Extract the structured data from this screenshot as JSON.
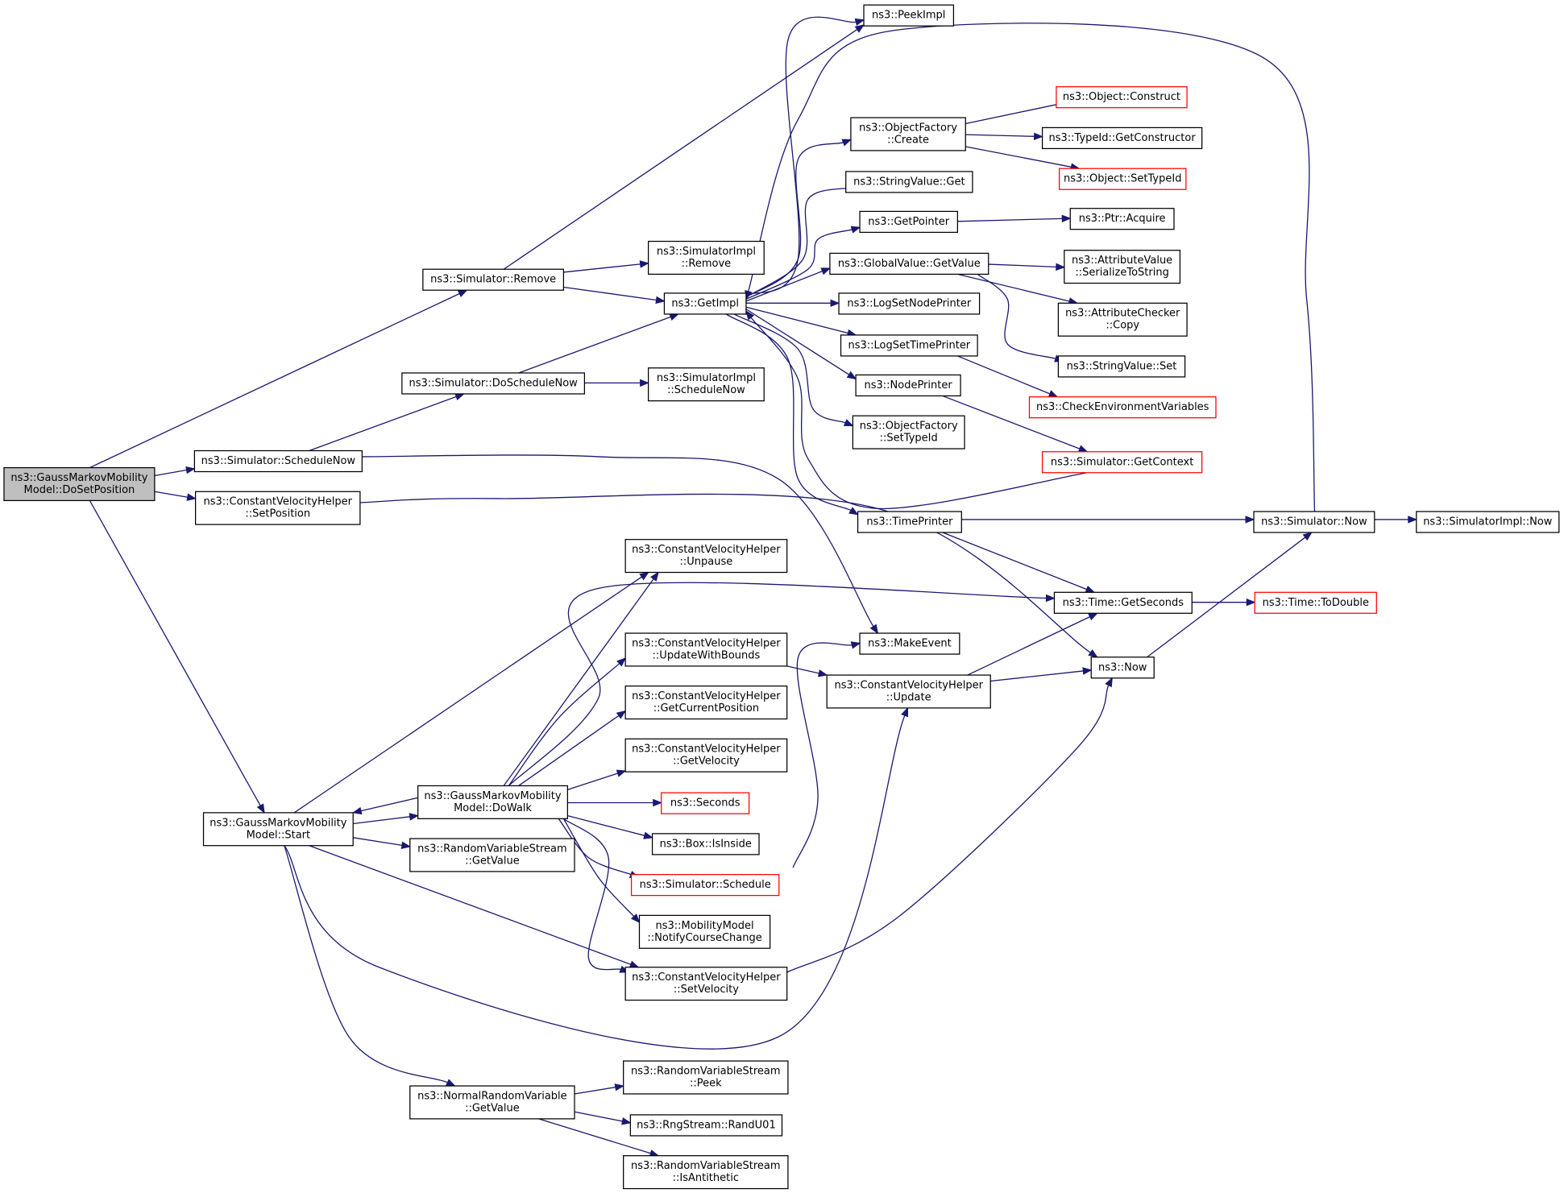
{
  "graph": {
    "title": "",
    "colors": {
      "edge": "#191970",
      "node_border": "#000000",
      "truncated_border": "#ff0000",
      "root_fill": "#bfbfbf",
      "background": "#ffffff"
    },
    "nodes": [
      {
        "id": "dosetpos",
        "lines": [
          "ns3::GaussMarkovMobility",
          "Model::DoSetPosition"
        ],
        "root": true
      },
      {
        "id": "remove",
        "lines": [
          "ns3::Simulator::Remove"
        ]
      },
      {
        "id": "doschednow",
        "lines": [
          "ns3::Simulator::DoScheduleNow"
        ]
      },
      {
        "id": "schednow",
        "lines": [
          "ns3::Simulator::ScheduleNow"
        ]
      },
      {
        "id": "cvh_setpos",
        "lines": [
          "ns3::ConstantVelocityHelper",
          "::SetPosition"
        ]
      },
      {
        "id": "start",
        "lines": [
          "ns3::GaussMarkovMobility",
          "Model::Start"
        ]
      },
      {
        "id": "peekimpl",
        "lines": [
          "ns3::PeekImpl"
        ]
      },
      {
        "id": "simimpl_remove",
        "lines": [
          "ns3::SimulatorImpl",
          "::Remove"
        ]
      },
      {
        "id": "getimpl",
        "lines": [
          "ns3::GetImpl"
        ]
      },
      {
        "id": "simimpl_schednow",
        "lines": [
          "ns3::SimulatorImpl",
          "::ScheduleNow"
        ]
      },
      {
        "id": "of_create",
        "lines": [
          "ns3::ObjectFactory",
          "::Create"
        ]
      },
      {
        "id": "sv_get",
        "lines": [
          "ns3::StringValue::Get"
        ]
      },
      {
        "id": "getpointer",
        "lines": [
          "ns3::GetPointer"
        ]
      },
      {
        "id": "gv_getvalue",
        "lines": [
          "ns3::GlobalValue::GetValue"
        ]
      },
      {
        "id": "lognodeprinter",
        "lines": [
          "ns3::LogSetNodePrinter"
        ]
      },
      {
        "id": "logtimeprinter",
        "lines": [
          "ns3::LogSetTimePrinter"
        ]
      },
      {
        "id": "nodeprinter",
        "lines": [
          "ns3::NodePrinter"
        ]
      },
      {
        "id": "of_settypeid",
        "lines": [
          "ns3::ObjectFactory",
          "::SetTypeId"
        ]
      },
      {
        "id": "timeprinter",
        "lines": [
          "ns3::TimePrinter"
        ]
      },
      {
        "id": "obj_construct",
        "lines": [
          "ns3::Object::Construct"
        ],
        "truncated": true
      },
      {
        "id": "typeid_getctor",
        "lines": [
          "ns3::TypeId::GetConstructor"
        ]
      },
      {
        "id": "obj_settypeid",
        "lines": [
          "ns3::Object::SetTypeId"
        ],
        "truncated": true
      },
      {
        "id": "ptr_acquire",
        "lines": [
          "ns3::Ptr::Acquire"
        ]
      },
      {
        "id": "av_serialize",
        "lines": [
          "ns3::AttributeValue",
          "::SerializeToString"
        ]
      },
      {
        "id": "ac_copy",
        "lines": [
          "ns3::AttributeChecker",
          "::Copy"
        ]
      },
      {
        "id": "sv_set",
        "lines": [
          "ns3::StringValue::Set"
        ]
      },
      {
        "id": "checkenv",
        "lines": [
          "ns3::CheckEnvironmentVariables"
        ],
        "truncated": true
      },
      {
        "id": "sim_getcontext",
        "lines": [
          "ns3::Simulator::GetContext"
        ],
        "truncated": true
      },
      {
        "id": "sim_now",
        "lines": [
          "ns3::Simulator::Now"
        ]
      },
      {
        "id": "simimpl_now",
        "lines": [
          "ns3::SimulatorImpl::Now"
        ]
      },
      {
        "id": "cvh_unpause",
        "lines": [
          "ns3::ConstantVelocityHelper",
          "::Unpause"
        ]
      },
      {
        "id": "time_getseconds",
        "lines": [
          "ns3::Time::GetSeconds"
        ]
      },
      {
        "id": "time_todouble",
        "lines": [
          "ns3::Time::ToDouble"
        ],
        "truncated": true
      },
      {
        "id": "makeevent",
        "lines": [
          "ns3::MakeEvent"
        ]
      },
      {
        "id": "cvh_updatebounds",
        "lines": [
          "ns3::ConstantVelocityHelper",
          "::UpdateWithBounds"
        ]
      },
      {
        "id": "cvh_update",
        "lines": [
          "ns3::ConstantVelocityHelper",
          "::Update"
        ]
      },
      {
        "id": "now",
        "lines": [
          "ns3::Now"
        ]
      },
      {
        "id": "cvh_getcurpos",
        "lines": [
          "ns3::ConstantVelocityHelper",
          "::GetCurrentPosition"
        ]
      },
      {
        "id": "cvh_getvel",
        "lines": [
          "ns3::ConstantVelocityHelper",
          "::GetVelocity"
        ]
      },
      {
        "id": "dowalk",
        "lines": [
          "ns3::GaussMarkovMobility",
          "Model::DoWalk"
        ]
      },
      {
        "id": "seconds",
        "lines": [
          "ns3::Seconds"
        ],
        "truncated": true
      },
      {
        "id": "box_isinside",
        "lines": [
          "ns3::Box::IsInside"
        ]
      },
      {
        "id": "rvs_getvalue",
        "lines": [
          "ns3::RandomVariableStream",
          "::GetValue"
        ]
      },
      {
        "id": "sim_schedule",
        "lines": [
          "ns3::Simulator::Schedule"
        ],
        "truncated": true
      },
      {
        "id": "mm_notify",
        "lines": [
          "ns3::MobilityModel",
          "::NotifyCourseChange"
        ]
      },
      {
        "id": "cvh_setvel",
        "lines": [
          "ns3::ConstantVelocityHelper",
          "::SetVelocity"
        ]
      },
      {
        "id": "nrv_getvalue",
        "lines": [
          "ns3::NormalRandomVariable",
          "::GetValue"
        ]
      },
      {
        "id": "rvs_peek",
        "lines": [
          "ns3::RandomVariableStream",
          "::Peek"
        ]
      },
      {
        "id": "rng_randu01",
        "lines": [
          "ns3::RngStream::RandU01"
        ]
      },
      {
        "id": "rvs_isanti",
        "lines": [
          "ns3::RandomVariableStream",
          "::IsAntithetic"
        ]
      }
    ],
    "edges": [
      [
        "dosetpos",
        "remove"
      ],
      [
        "dosetpos",
        "schednow"
      ],
      [
        "dosetpos",
        "cvh_setpos"
      ],
      [
        "dosetpos",
        "start"
      ],
      [
        "remove",
        "peekimpl"
      ],
      [
        "remove",
        "simimpl_remove"
      ],
      [
        "remove",
        "getimpl"
      ],
      [
        "doschednow",
        "getimpl"
      ],
      [
        "doschednow",
        "simimpl_schednow"
      ],
      [
        "schednow",
        "doschednow"
      ],
      [
        "schednow",
        "makeevent"
      ],
      [
        "cvh_setpos",
        "now"
      ],
      [
        "getimpl",
        "peekimpl"
      ],
      [
        "getimpl",
        "of_create"
      ],
      [
        "getimpl",
        "sv_get"
      ],
      [
        "getimpl",
        "getpointer"
      ],
      [
        "getimpl",
        "gv_getvalue"
      ],
      [
        "getimpl",
        "lognodeprinter"
      ],
      [
        "getimpl",
        "logtimeprinter"
      ],
      [
        "getimpl",
        "nodeprinter"
      ],
      [
        "getimpl",
        "of_settypeid"
      ],
      [
        "getimpl",
        "timeprinter"
      ],
      [
        "of_create",
        "obj_construct"
      ],
      [
        "of_create",
        "typeid_getctor"
      ],
      [
        "of_create",
        "obj_settypeid"
      ],
      [
        "getpointer",
        "ptr_acquire"
      ],
      [
        "gv_getvalue",
        "av_serialize"
      ],
      [
        "gv_getvalue",
        "ac_copy"
      ],
      [
        "gv_getvalue",
        "sv_set"
      ],
      [
        "logtimeprinter",
        "checkenv"
      ],
      [
        "nodeprinter",
        "sim_getcontext"
      ],
      [
        "sim_getcontext",
        "getimpl"
      ],
      [
        "timeprinter",
        "sim_now"
      ],
      [
        "timeprinter",
        "time_getseconds"
      ],
      [
        "sim_now",
        "simimpl_now"
      ],
      [
        "sim_now",
        "getimpl"
      ],
      [
        "time_getseconds",
        "time_todouble"
      ],
      [
        "cvh_updatebounds",
        "cvh_update"
      ],
      [
        "cvh_update",
        "time_getseconds"
      ],
      [
        "cvh_update",
        "now"
      ],
      [
        "now",
        "sim_now"
      ],
      [
        "start",
        "cvh_unpause"
      ],
      [
        "start",
        "dowalk"
      ],
      [
        "start",
        "rvs_getvalue"
      ],
      [
        "start",
        "cvh_setvel"
      ],
      [
        "start",
        "cvh_update"
      ],
      [
        "start",
        "nrv_getvalue"
      ],
      [
        "dowalk",
        "start"
      ],
      [
        "dowalk",
        "cvh_unpause"
      ],
      [
        "dowalk",
        "time_getseconds"
      ],
      [
        "dowalk",
        "cvh_updatebounds"
      ],
      [
        "dowalk",
        "cvh_getcurpos"
      ],
      [
        "dowalk",
        "cvh_getvel"
      ],
      [
        "dowalk",
        "seconds"
      ],
      [
        "dowalk",
        "box_isinside"
      ],
      [
        "dowalk",
        "sim_schedule"
      ],
      [
        "dowalk",
        "mm_notify"
      ],
      [
        "dowalk",
        "cvh_setvel"
      ],
      [
        "sim_schedule",
        "makeevent"
      ],
      [
        "cvh_setvel",
        "now"
      ],
      [
        "nrv_getvalue",
        "rvs_peek"
      ],
      [
        "nrv_getvalue",
        "rng_randu01"
      ],
      [
        "nrv_getvalue",
        "rvs_isanti"
      ]
    ]
  }
}
